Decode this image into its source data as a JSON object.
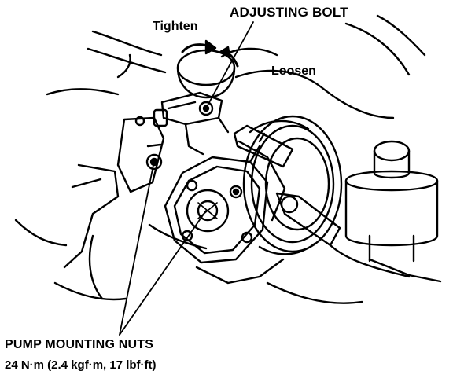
{
  "labels": {
    "adjusting_bolt": "ADJUSTING BOLT",
    "tighten": "Tighten",
    "loosen": "Loosen",
    "pump_mounting_nuts": "PUMP MOUNTING NUTS",
    "torque_spec": "24 N·m (2.4 kgf·m, 17 lbf·ft)"
  },
  "colors": {
    "ink": "#000000",
    "paper": "#ffffff"
  }
}
